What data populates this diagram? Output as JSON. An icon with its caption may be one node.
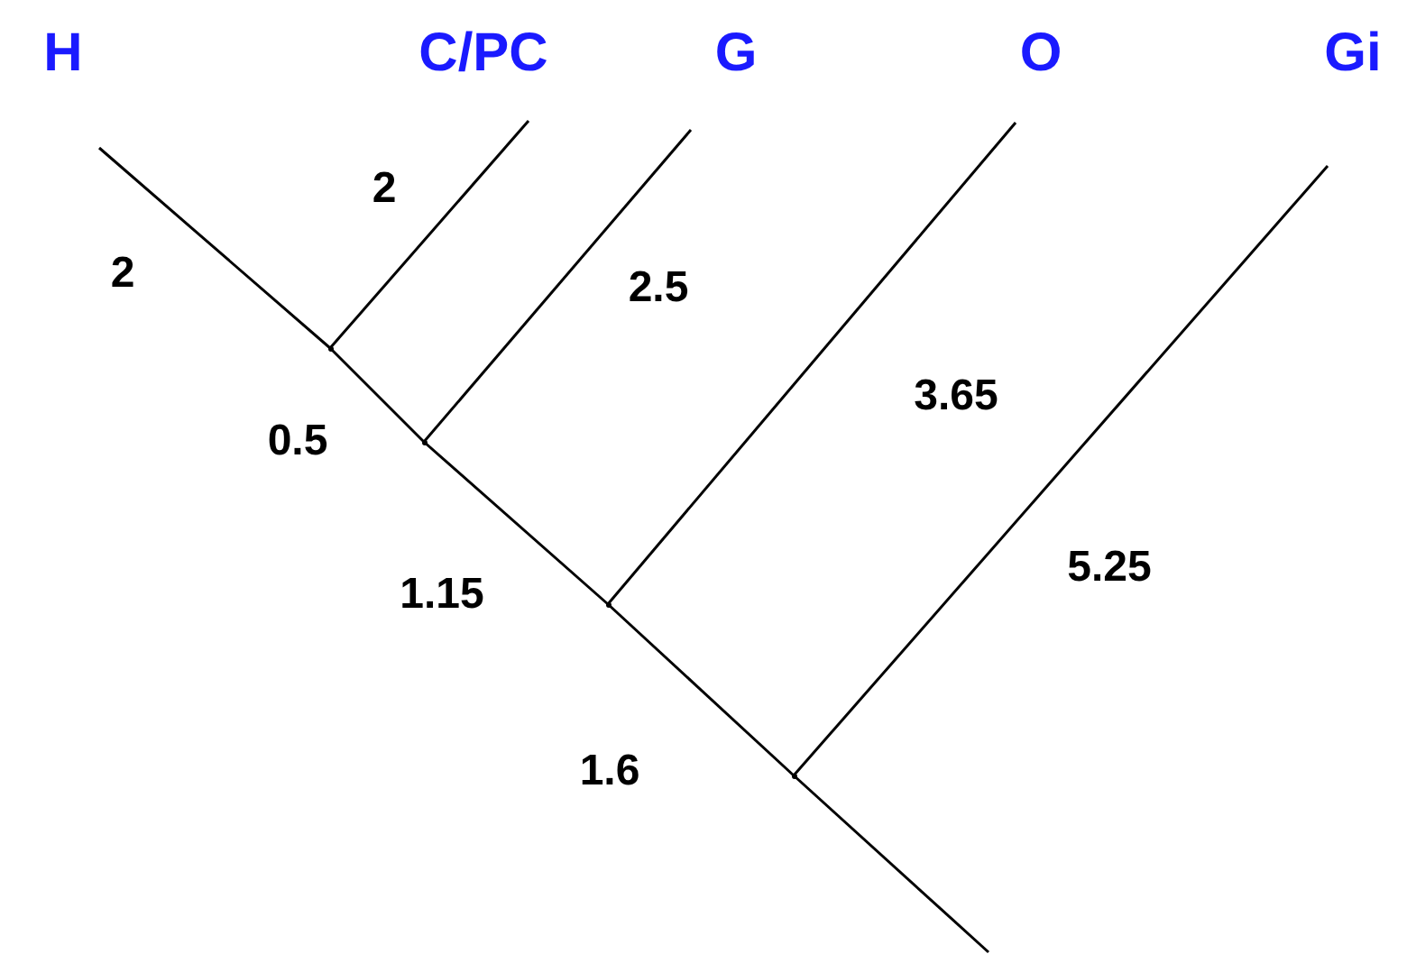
{
  "diagram": {
    "nodes": [
      {
        "text": [
          "H"
        ]
      },
      {
        "text": [
          "C/PC"
        ]
      },
      {
        "text": [
          "G"
        ]
      },
      {
        "text": [
          "O"
        ]
      },
      {
        "text": [
          "Gi"
        ]
      },
      {
        "text": [],
        "shape": "point"
      },
      {
        "text": [],
        "shape": "point"
      },
      {
        "text": [],
        "shape": "point"
      },
      {
        "text": [],
        "shape": "point"
      }
    ],
    "edges": [
      {
        "from": 0,
        "to": 5,
        "arrow": "none",
        "label": "2"
      },
      {
        "from": 5,
        "to": 1,
        "arrow": "none",
        "label": "2"
      },
      {
        "from": 5,
        "to": 6,
        "arrow": "none",
        "label": "0.5"
      },
      {
        "from": 6,
        "to": 2,
        "arrow": "none",
        "label": "2.5"
      },
      {
        "from": 6,
        "to": 7,
        "arrow": "none",
        "label": "1.15"
      },
      {
        "from": 7,
        "to": 3,
        "arrow": "none",
        "label": "3.65"
      },
      {
        "from": 7,
        "to": 8,
        "arrow": "none",
        "label": "1.6"
      },
      {
        "from": 8,
        "to": 4,
        "arrow": "none",
        "label": "5.25"
      },
      {
        "from": 8,
        "to": null,
        "arrow": "none"
      }
    ]
  }
}
